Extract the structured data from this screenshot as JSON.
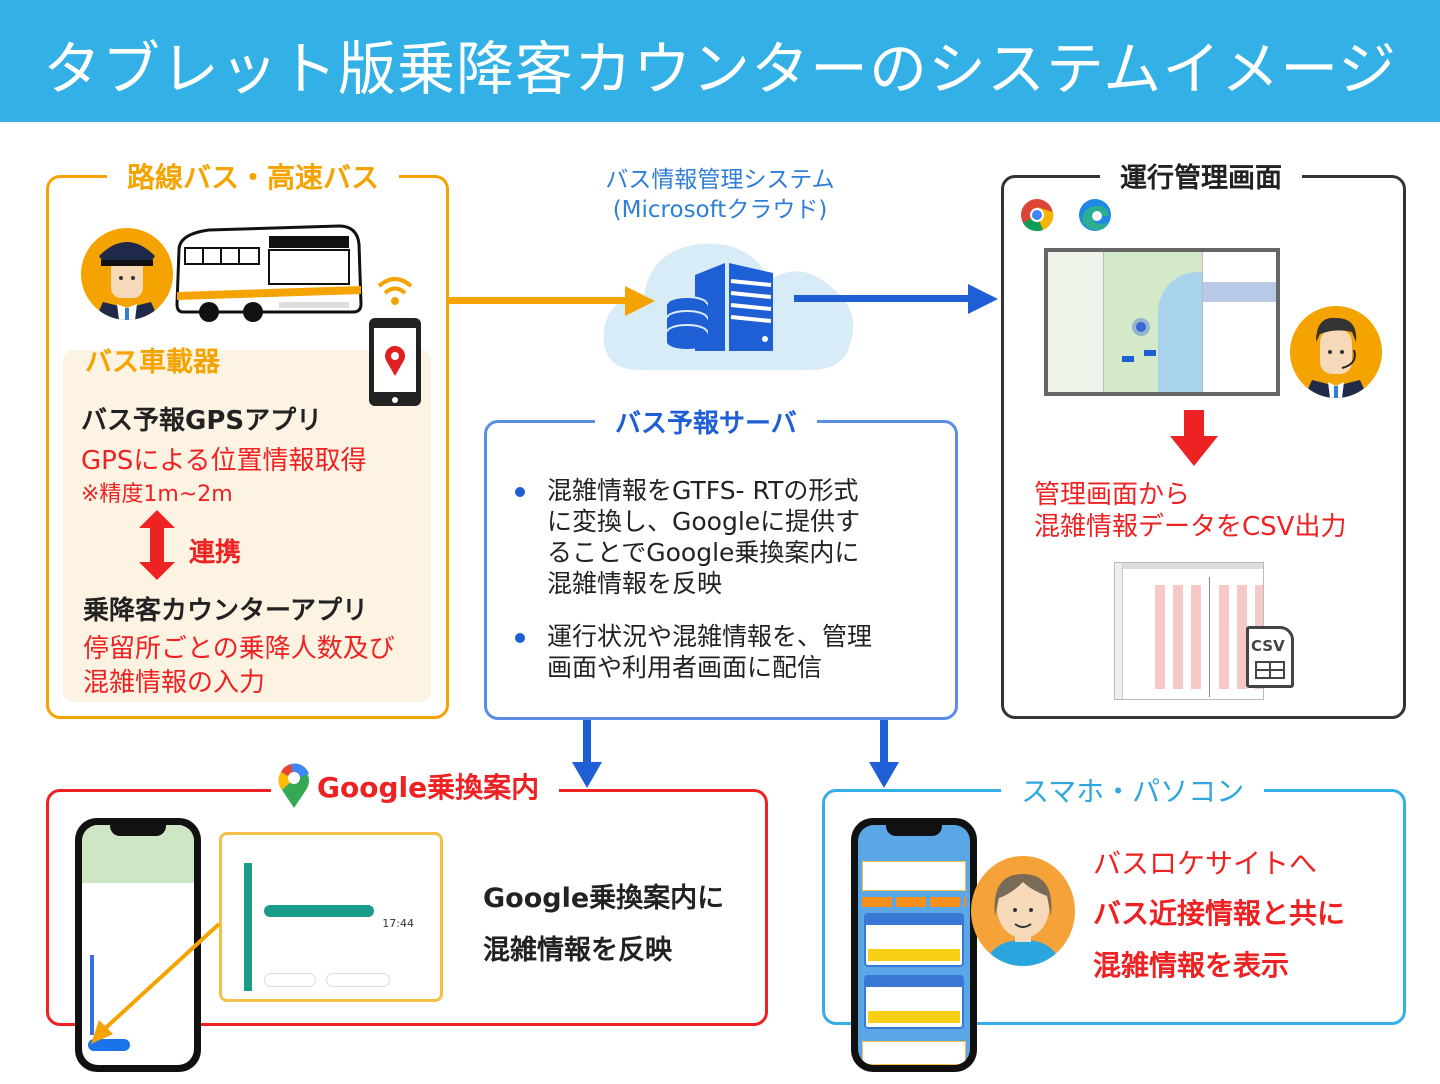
{
  "title": "タブレット版乗降客カウンターのシステムイメージ",
  "colors": {
    "banner": "#33b1e6",
    "bus_accent": "#f5a300",
    "server_blue": "#1f5fd6",
    "alert_red": "#ee2222",
    "smart_blue": "#33aee6",
    "ops_dark": "#333333"
  },
  "bus_panel": {
    "title": "路線バス・高速バス",
    "onboard_label": "バス車載器",
    "gps_app": {
      "name": "バス予報GPSアプリ",
      "desc": "GPSによる位置情報取得",
      "note": "※精度1m~2m"
    },
    "link_label": "連携",
    "counter_app": {
      "name": "乗降客カウンターアプリ",
      "desc_lines": [
        "停留所ごとの乗降人数及び",
        "混雑情報の入力"
      ]
    },
    "icons": [
      "driver-avatar",
      "bus-illustration",
      "wifi-icon",
      "smartphone-pin-icon",
      "double-arrow-icon"
    ]
  },
  "cloud": {
    "title_line1": "バス情報管理システム",
    "title_line2": "(Microsoftクラウド)",
    "icons": [
      "cloud-icon",
      "server-building-icon",
      "database-icon"
    ]
  },
  "server_panel": {
    "title": "バス予報サーバ",
    "bullets": [
      {
        "lines": [
          "混雑情報をGTFS- RTの形式",
          "に変換し、Googleに提供す",
          "ることでGoogle乗換案内に",
          "混雑情報を反映"
        ]
      },
      {
        "lines": [
          "運行状況や混雑情報を、管理",
          "画面や利用者画面に配信"
        ]
      }
    ]
  },
  "ops_panel": {
    "title": "運行管理画面",
    "browsers": [
      "chrome-icon",
      "edge-icon"
    ],
    "desc_lines": [
      "管理画面から",
      "混雑情報データをCSV出力"
    ],
    "csv_label": "CSV"
  },
  "google_panel": {
    "title": "Google乗換案内",
    "desc_lines": [
      "Google乗換案内に",
      "混雑情報を反映"
    ],
    "detail_card": {
      "time": "17:44"
    }
  },
  "smart_panel": {
    "title": "スマホ・パソコン",
    "desc_lines": [
      "バスロケサイトへ",
      "バス近接情報と共に",
      "混雑情報を表示"
    ]
  }
}
